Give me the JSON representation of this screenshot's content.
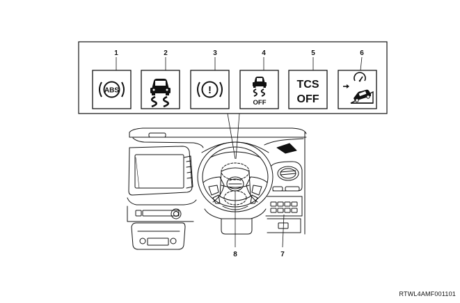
{
  "figure": {
    "image_code": "RTWL4AMF001101"
  },
  "indicators": [
    {
      "number": "1",
      "icon": "abs-warning-icon",
      "text": "ABS"
    },
    {
      "number": "2",
      "icon": "esc-slip-indicator-icon"
    },
    {
      "number": "3",
      "icon": "brake-warning-icon",
      "text": "!"
    },
    {
      "number": "4",
      "icon": "esc-off-icon",
      "text": "OFF"
    },
    {
      "number": "5",
      "icon": "tcs-off-icon",
      "text_line1": "TCS",
      "text_line2": "OFF"
    },
    {
      "number": "6",
      "icon": "hill-descent-control-icon"
    }
  ],
  "dashboard_callouts": [
    {
      "number": "8",
      "target": "steering-wheel-center"
    },
    {
      "number": "7",
      "target": "switch-panel"
    }
  ]
}
